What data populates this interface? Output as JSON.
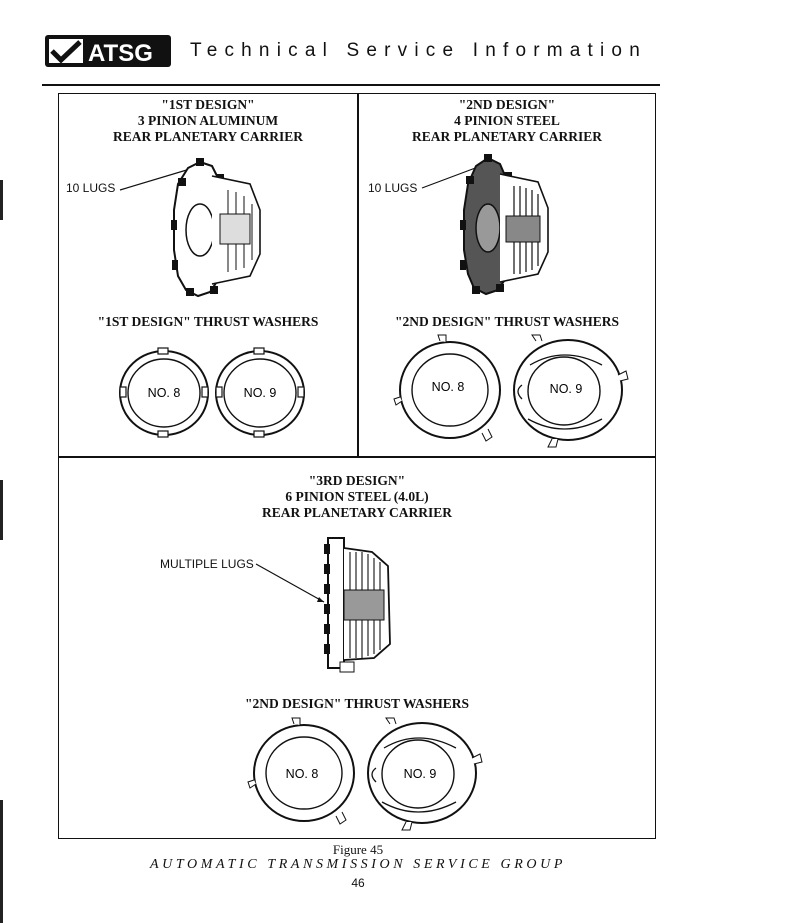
{
  "header": {
    "logo_text": "ATSG",
    "title": "Technical Service Information"
  },
  "panels": {
    "first": {
      "heading": [
        "\"1ST DESIGN\"",
        "3 PINION ALUMINUM",
        "REAR PLANETARY CARRIER"
      ],
      "lug_label": "10 LUGS",
      "washer_heading": "\"1ST DESIGN\" THRUST WASHERS",
      "washers": [
        "NO. 8",
        "NO. 9"
      ]
    },
    "second": {
      "heading": [
        "\"2ND DESIGN\"",
        "4 PINION STEEL",
        "REAR PLANETARY CARRIER"
      ],
      "lug_label": "10 LUGS",
      "washer_heading": "\"2ND DESIGN\" THRUST WASHERS",
      "washers": [
        "NO. 8",
        "NO. 9"
      ]
    },
    "third": {
      "heading": [
        "\"3RD DESIGN\"",
        "6 PINION STEEL (4.0L)",
        "REAR PLANETARY CARRIER"
      ],
      "lug_label": "MULTIPLE LUGS",
      "washer_heading": "\"2ND DESIGN\" THRUST WASHERS",
      "washers": [
        "NO. 8",
        "NO. 9"
      ]
    }
  },
  "footer": {
    "figure": "Figure 45",
    "group": "AUTOMATIC TRANSMISSION SERVICE GROUP",
    "page": "46"
  }
}
